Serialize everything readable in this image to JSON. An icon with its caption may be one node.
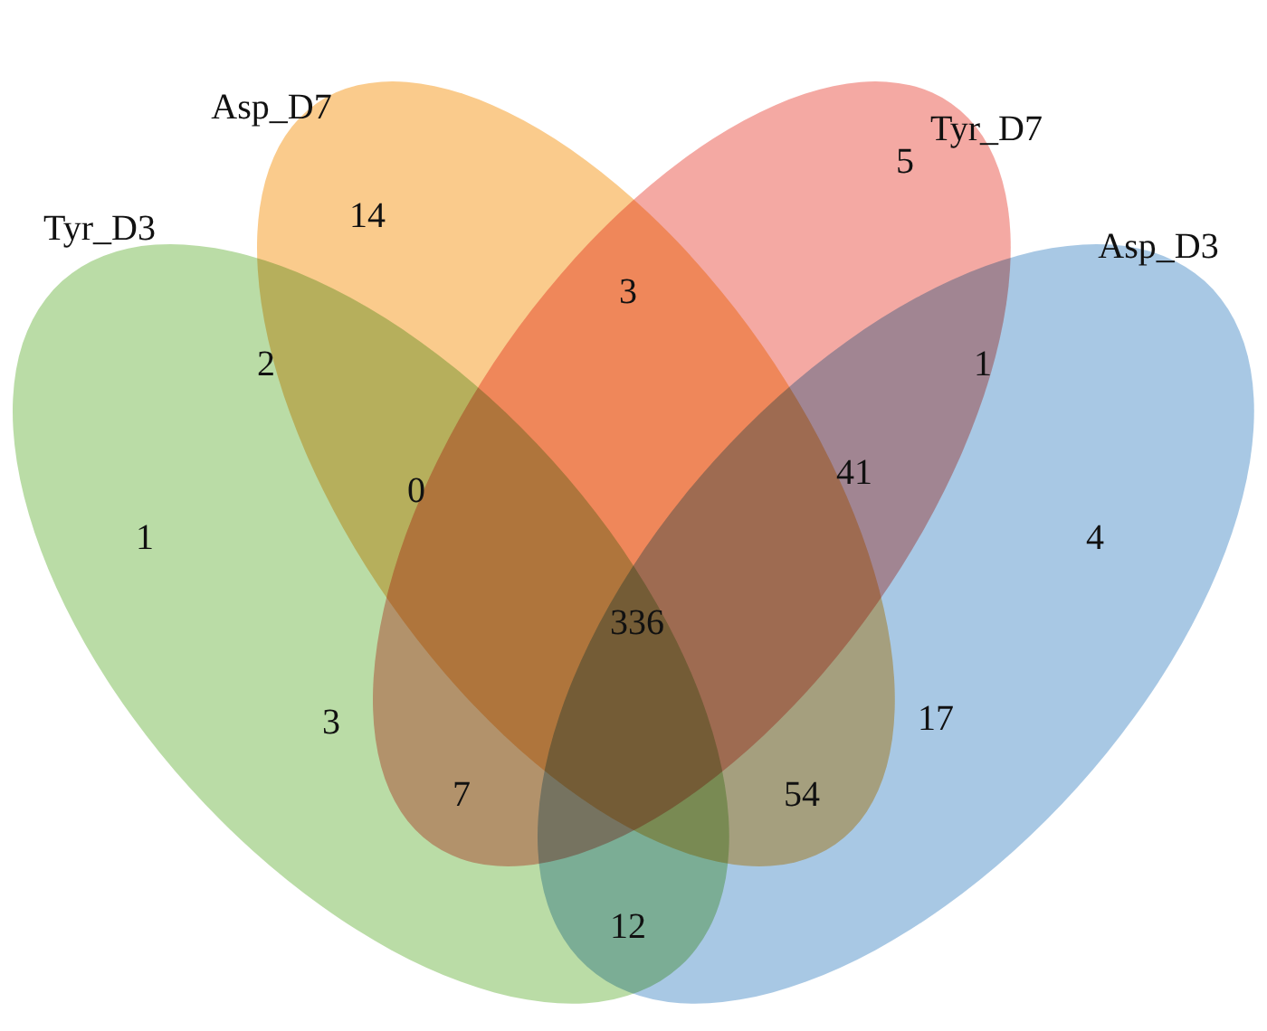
{
  "diagram": {
    "nodes": [
      {
        "text": [
          "Tyr_D3"
        ]
      },
      {
        "text": [
          "Asp_D7"
        ]
      },
      {
        "text": [
          "Tyr_D7"
        ]
      },
      {
        "text": [
          "Asp_D3"
        ]
      }
    ],
    "labels": [
      "14",
      "5",
      "3",
      "2",
      "1",
      "0",
      "41",
      "1",
      "4",
      "336",
      "3",
      "17",
      "7",
      "54",
      "12"
    ]
  }
}
